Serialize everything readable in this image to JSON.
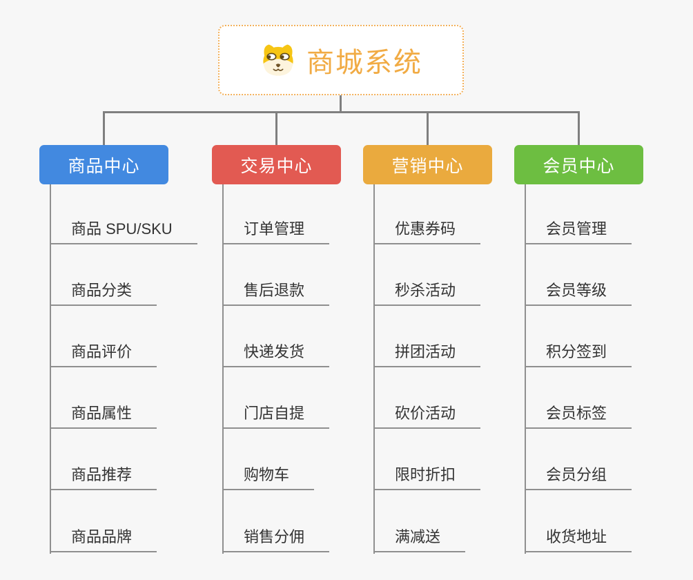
{
  "page": {
    "background_color": "#f7f7f7",
    "connector_color": "#7f7f7f",
    "leaf_line_color": "#8f8f8f"
  },
  "root": {
    "title": "商城系统",
    "icon": "dog-face-icon",
    "title_color": "#f1ab44",
    "border_color": "#f3b05a",
    "background_color": "#ffffff"
  },
  "branches": [
    {
      "label": "商品中心",
      "color": "#4289e0",
      "items": [
        "商品 SPU/SKU",
        "商品分类",
        "商品评价",
        "商品属性",
        "商品推荐",
        "商品品牌"
      ]
    },
    {
      "label": "交易中心",
      "color": "#e25a52",
      "items": [
        "订单管理",
        "售后退款",
        "快递发货",
        "门店自提",
        "购物车",
        "销售分佣"
      ]
    },
    {
      "label": "营销中心",
      "color": "#eaaa3e",
      "items": [
        "优惠券码",
        "秒杀活动",
        "拼团活动",
        "砍价活动",
        "限时折扣",
        "满减送"
      ]
    },
    {
      "label": "会员中心",
      "color": "#6dbe41",
      "items": [
        "会员管理",
        "会员等级",
        "积分签到",
        "会员标签",
        "会员分组",
        "收货地址"
      ]
    }
  ]
}
